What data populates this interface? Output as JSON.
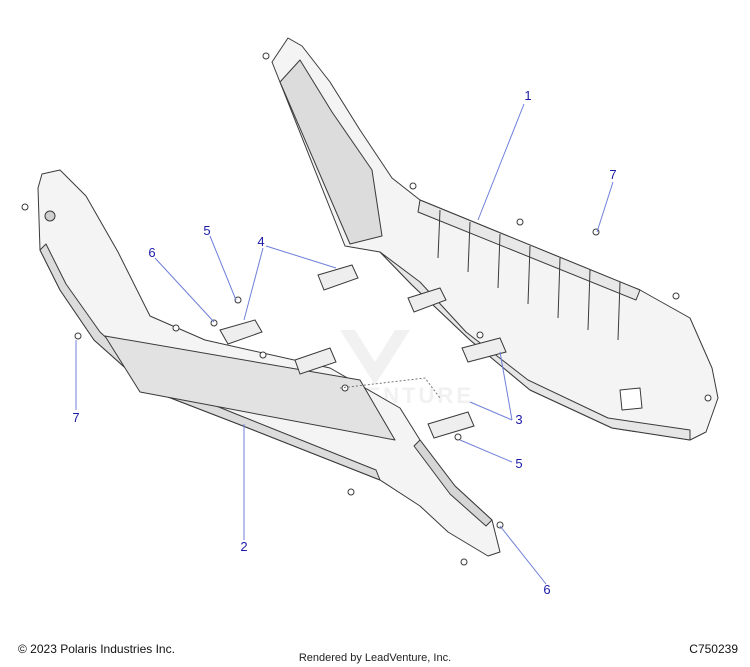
{
  "diagram": {
    "callouts": [
      "1",
      "2",
      "3",
      "4",
      "5",
      "5",
      "6",
      "6",
      "7",
      "7"
    ],
    "watermark": "LEADVENTURE",
    "colors": {
      "callout": "#1a1aa6",
      "line": "#6f7fd9",
      "part_stroke": "#3a3a3a",
      "part_fill": "#f4f4f4",
      "part_shade": "#d9d9d9",
      "watermark": "#e6e6e6"
    }
  },
  "footer": {
    "copyright": "© 2023 Polaris Industries Inc.",
    "rendered_by": "Rendered by LeadVenture, Inc.",
    "diagram_id": "C750239"
  }
}
